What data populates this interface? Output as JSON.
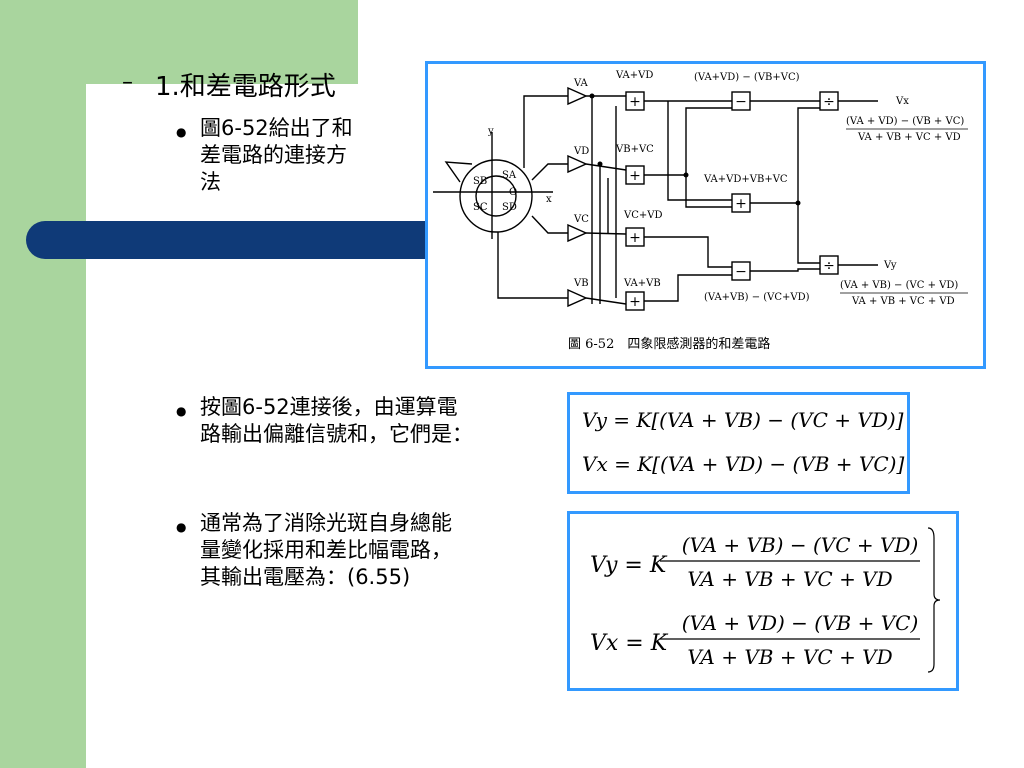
{
  "slide": {
    "colors": {
      "green_band": "#a9d59e",
      "navy_band": "#0f3a78",
      "frame_blue": "#3399ff"
    },
    "heading_dash": "–",
    "heading": "1.和差電路形式",
    "bullet_symbol": "●",
    "bullets": [
      {
        "lines": [
          "圖6-52給出了和",
          "差電路的連接方",
          "法"
        ]
      },
      {
        "lines": [
          "按圖6-52連接後，由運算電",
          "路輸出偏離信號和，它們是："
        ]
      },
      {
        "lines": [
          "通常為了消除光斑自身總能",
          "量變化採用和差比幅電路，",
          "其輸出電壓為：(6.55)"
        ]
      }
    ]
  },
  "figure": {
    "caption": "圖 6-52　四象限感測器的和差電路",
    "axis_x": "x",
    "axis_y": "y",
    "quadrants": [
      "SA",
      "SB",
      "SC",
      "SD"
    ],
    "origin": "O",
    "amp_inputs": [
      "VA",
      "VD",
      "VC",
      "VB"
    ],
    "sum_top": "VA+VD",
    "sum_2": "VB+VC",
    "sum_3": "VC+VD",
    "sum_4": "VA+VB",
    "sum_all": "VA+VD+VB+VC",
    "diff_top": "(VA+VD) − (VB+VC)",
    "diff_bottom": "(VA+VB) − (VC+VD)",
    "out_x": "Vx",
    "out_y": "Vy",
    "ratio_x_num": "(VA + VD) − (VB + VC)",
    "ratio_x_den": "VA + VB + VC + VD",
    "ratio_y_num": "(VA + VB) − (VC + VD)",
    "ratio_y_den": "VA + VB + VC + VD",
    "op_plus": "+",
    "op_minus": "−",
    "op_div": "÷"
  },
  "equations1": {
    "vy": "Vy = K[(VA + VB) − (VC + VD)]",
    "vx": "Vx = K[(VA + VD) − (VB + VC)]"
  },
  "equations2": {
    "vy_num": "(VA + VB) − (VC + VD)",
    "vy_den": "VA + VB + VC + VD",
    "vx_num": "(VA + VD) − (VB + VC)",
    "vx_den": "VA + VB + VC + VD",
    "vy_lhs": "Vy = K",
    "vx_lhs": "Vx = K"
  }
}
